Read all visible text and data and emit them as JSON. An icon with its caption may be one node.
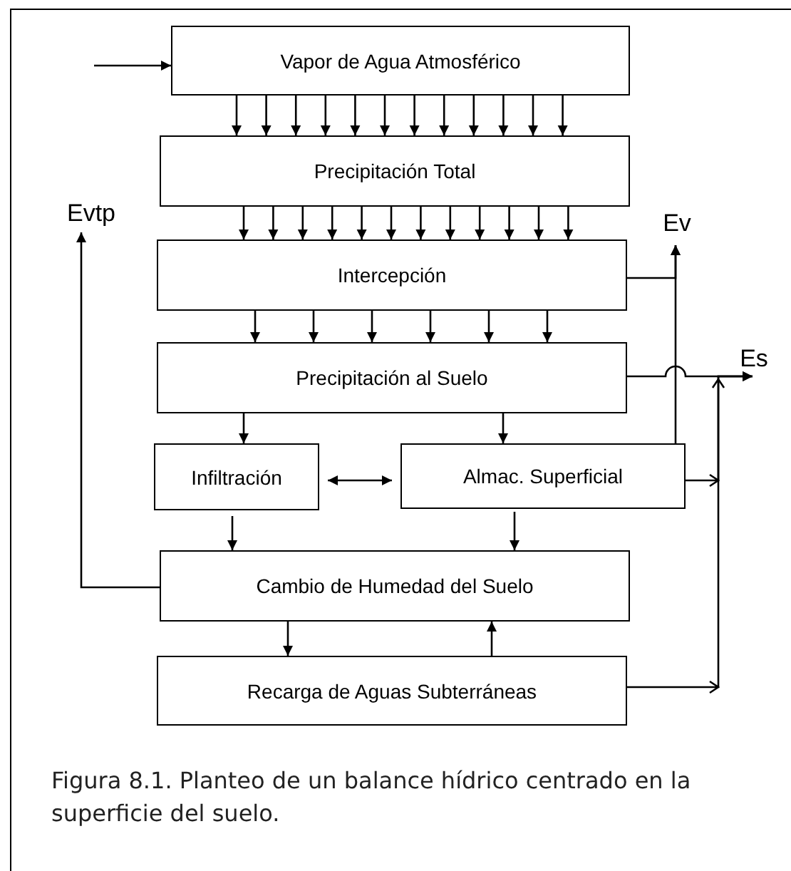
{
  "diagram": {
    "caption": "Figura 8.1. Planteo de un balance hídrico centrado en la superficie del suelo.",
    "nodes": [
      {
        "text": [
          "Vapor de Agua Atmosférico"
        ]
      },
      {
        "text": [
          "Precipitación Total"
        ]
      },
      {
        "text": [
          "Intercepción"
        ]
      },
      {
        "text": [
          "Precipitación al Suelo"
        ]
      },
      {
        "text": [
          "Infiltración"
        ]
      },
      {
        "text": [
          "Almac. Superficial"
        ]
      },
      {
        "text": [
          "Cambio de Humedad del Suelo"
        ]
      },
      {
        "text": [
          "Recarga de Aguas Subterráneas"
        ]
      },
      {
        "text": [
          "Evtp"
        ]
      },
      {
        "text": [
          "Ev"
        ]
      },
      {
        "text": [
          "Es"
        ]
      }
    ],
    "edges": [
      {
        "from": null,
        "to": 0,
        "arrow": "to"
      },
      {
        "from": 0,
        "to": 1,
        "arrow": "to"
      },
      {
        "from": 0,
        "to": 1,
        "arrow": "to"
      },
      {
        "from": 0,
        "to": 1,
        "arrow": "to"
      },
      {
        "from": 0,
        "to": 1,
        "arrow": "to"
      },
      {
        "from": 0,
        "to": 1,
        "arrow": "to"
      },
      {
        "from": 0,
        "to": 1,
        "arrow": "to"
      },
      {
        "from": 0,
        "to": 1,
        "arrow": "to"
      },
      {
        "from": 0,
        "to": 1,
        "arrow": "to"
      },
      {
        "from": 0,
        "to": 1,
        "arrow": "to"
      },
      {
        "from": 0,
        "to": 1,
        "arrow": "to"
      },
      {
        "from": 0,
        "to": 1,
        "arrow": "to"
      },
      {
        "from": 0,
        "to": 1,
        "arrow": "to"
      },
      {
        "from": 1,
        "to": 2,
        "arrow": "to"
      },
      {
        "from": 1,
        "to": 2,
        "arrow": "to"
      },
      {
        "from": 1,
        "to": 2,
        "arrow": "to"
      },
      {
        "from": 1,
        "to": 2,
        "arrow": "to"
      },
      {
        "from": 1,
        "to": 2,
        "arrow": "to"
      },
      {
        "from": 1,
        "to": 2,
        "arrow": "to"
      },
      {
        "from": 1,
        "to": 2,
        "arrow": "to"
      },
      {
        "from": 1,
        "to": 2,
        "arrow": "to"
      },
      {
        "from": 1,
        "to": 2,
        "arrow": "to"
      },
      {
        "from": 1,
        "to": 2,
        "arrow": "to"
      },
      {
        "from": 1,
        "to": 2,
        "arrow": "to"
      },
      {
        "from": 1,
        "to": 2,
        "arrow": "to"
      },
      {
        "from": 2,
        "to": 3,
        "arrow": "to"
      },
      {
        "from": 2,
        "to": 3,
        "arrow": "to"
      },
      {
        "from": 2,
        "to": 3,
        "arrow": "to"
      },
      {
        "from": 2,
        "to": 3,
        "arrow": "to"
      },
      {
        "from": 2,
        "to": 3,
        "arrow": "to"
      },
      {
        "from": 2,
        "to": 3,
        "arrow": "to"
      },
      {
        "from": 3,
        "to": 4,
        "arrow": "to"
      },
      {
        "from": 3,
        "to": 5,
        "arrow": "to"
      },
      {
        "from": 4,
        "to": 5,
        "arrow": "both"
      },
      {
        "from": 4,
        "to": 6,
        "arrow": "to"
      },
      {
        "from": 5,
        "to": 6,
        "arrow": "to"
      },
      {
        "from": 6,
        "to": 7,
        "arrow": "to"
      },
      {
        "from": 7,
        "to": 6,
        "arrow": "to"
      },
      {
        "from": 6,
        "to": 8,
        "arrow": "to"
      },
      {
        "from": 2,
        "to": 9,
        "arrow": "to"
      },
      {
        "from": 5,
        "to": 9,
        "arrow": "to"
      },
      {
        "from": 3,
        "to": 10,
        "arrow": "to"
      },
      {
        "from": 5,
        "to": 10,
        "arrow": "to"
      },
      {
        "from": 7,
        "to": 10,
        "arrow": "to"
      }
    ]
  }
}
